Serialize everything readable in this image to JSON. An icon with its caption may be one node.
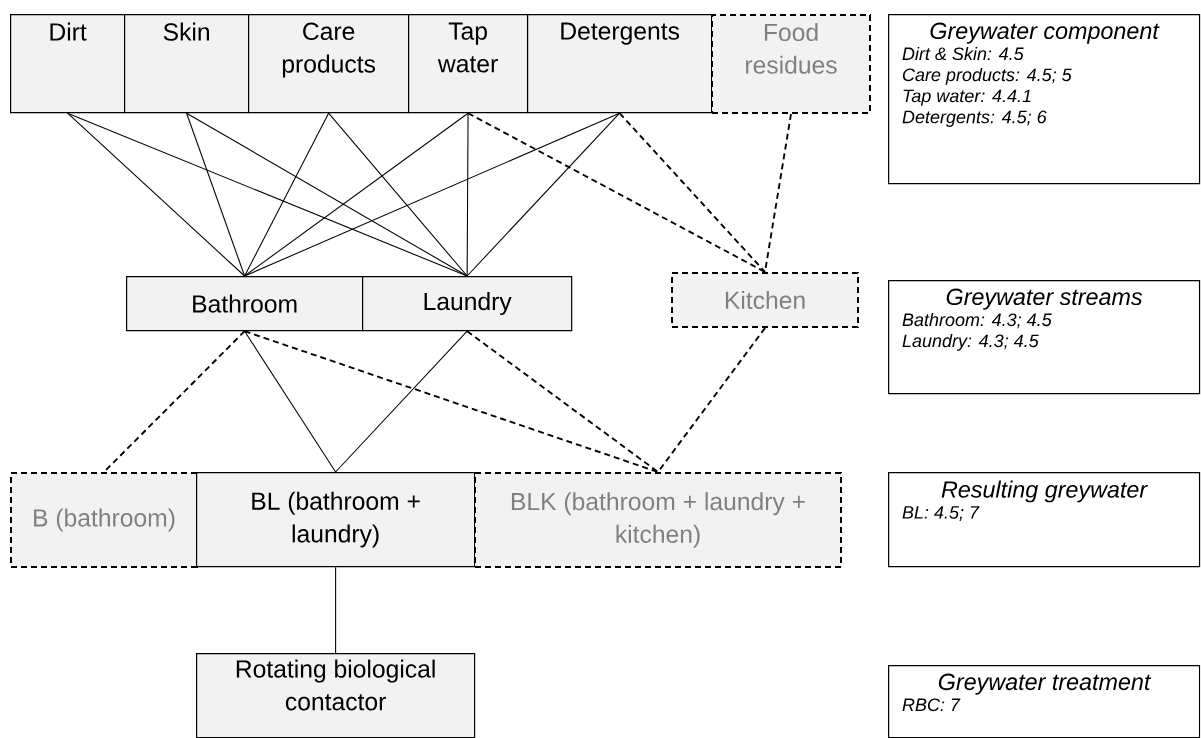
{
  "diagram": {
    "nodes": [
      {
        "text": [
          "Dirt"
        ]
      },
      {
        "text": [
          "Skin"
        ]
      },
      {
        "text": [
          "Care products"
        ]
      },
      {
        "text": [
          "Tap water"
        ]
      },
      {
        "text": [
          "Detergents"
        ]
      },
      {
        "text": [
          "Food residues"
        ]
      },
      {
        "text": [
          "Bathroom"
        ]
      },
      {
        "text": [
          "Laundry"
        ]
      },
      {
        "text": [
          "Kitchen"
        ]
      },
      {
        "text": [
          "B (bathroom)"
        ]
      },
      {
        "text": [
          "BL (bathroom + laundry)"
        ]
      },
      {
        "text": [
          "BLK (bathroom + laundry + kitchen)"
        ]
      },
      {
        "text": [
          "Rotating biological contactor"
        ]
      },
      {
        "text": [
          "Greywater component",
          "Dirt & Skin: 4.5",
          "Care products: 4.5; 5",
          "Tap water: 4.4.1",
          "Detergents: 4.5; 6"
        ]
      },
      {
        "text": [
          "Greywater streams",
          "Bathroom: 4.3; 4.5",
          "Laundry: 4.3; 4.5"
        ]
      },
      {
        "text": [
          "Resulting greywater",
          "BL: 4.5; 7"
        ]
      },
      {
        "text": [
          "Greywater treatment",
          "RBC: 7"
        ]
      }
    ],
    "edges": [
      {
        "from": 0,
        "to": 6,
        "arrow": "none"
      },
      {
        "from": 0,
        "to": 7,
        "arrow": "none"
      },
      {
        "from": 1,
        "to": 6,
        "arrow": "none"
      },
      {
        "from": 1,
        "to": 7,
        "arrow": "none"
      },
      {
        "from": 2,
        "to": 6,
        "arrow": "none"
      },
      {
        "from": 2,
        "to": 7,
        "arrow": "none"
      },
      {
        "from": 3,
        "to": 6,
        "arrow": "none"
      },
      {
        "from": 3,
        "to": 7,
        "arrow": "none"
      },
      {
        "from": 3,
        "to": 8,
        "arrow": "none",
        "style": "dashed"
      },
      {
        "from": 4,
        "to": 6,
        "arrow": "none"
      },
      {
        "from": 4,
        "to": 7,
        "arrow": "none"
      },
      {
        "from": 4,
        "to": 8,
        "arrow": "none",
        "style": "dashed"
      },
      {
        "from": 5,
        "to": 8,
        "arrow": "none",
        "style": "dashed"
      },
      {
        "from": 6,
        "to": 9,
        "arrow": "none",
        "style": "dashed"
      },
      {
        "from": 6,
        "to": 10,
        "arrow": "none"
      },
      {
        "from": 6,
        "to": 11,
        "arrow": "none",
        "style": "dashed"
      },
      {
        "from": 7,
        "to": 10,
        "arrow": "none"
      },
      {
        "from": 7,
        "to": 11,
        "arrow": "none",
        "style": "dashed"
      },
      {
        "from": 8,
        "to": 11,
        "arrow": "none",
        "style": "dashed"
      },
      {
        "from": 10,
        "to": 12,
        "arrow": "none"
      }
    ]
  }
}
